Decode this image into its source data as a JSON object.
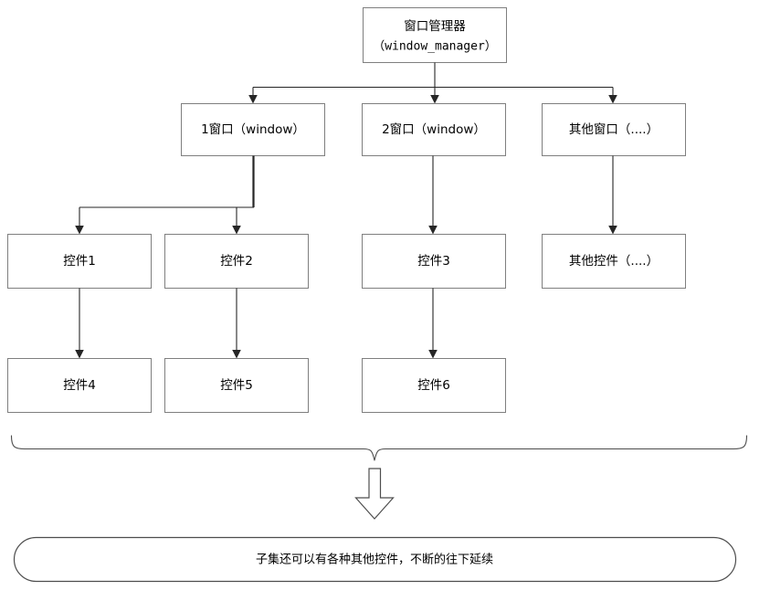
{
  "diagram": {
    "type": "tree-hierarchy",
    "title_text": "",
    "colors": {
      "box_border": "#7f7f7f",
      "connector": "#262626",
      "brace": "#4d4d4d",
      "background": "#ffffff",
      "text": "#000000"
    },
    "levels": [
      {
        "level": 0,
        "name": "window-manager-level",
        "nodes": [
          {
            "id": "window_manager",
            "line1": "窗口管理器",
            "line2": "（window_manager）",
            "shape": "rect"
          }
        ]
      },
      {
        "level": 1,
        "name": "window-level",
        "nodes": [
          {
            "id": "window1",
            "line1": "1窗口（window）",
            "line2": "",
            "shape": "rect"
          },
          {
            "id": "window2",
            "line1": "2窗口（window）",
            "line2": "",
            "shape": "rect"
          },
          {
            "id": "window_other",
            "line1": "其他窗口（....）",
            "line2": "",
            "shape": "rect"
          }
        ]
      },
      {
        "level": 2,
        "name": "widget-level-1",
        "nodes": [
          {
            "id": "widget1",
            "line1": "控件1",
            "line2": "",
            "shape": "rect"
          },
          {
            "id": "widget2",
            "line1": "控件2",
            "line2": "",
            "shape": "rect"
          },
          {
            "id": "widget3",
            "line1": "控件3",
            "line2": "",
            "shape": "rect"
          },
          {
            "id": "widget_other",
            "line1": "其他控件（....）",
            "line2": "",
            "shape": "rect"
          }
        ]
      },
      {
        "level": 3,
        "name": "widget-level-2",
        "nodes": [
          {
            "id": "widget4",
            "line1": "控件4",
            "line2": "",
            "shape": "rect"
          },
          {
            "id": "widget5",
            "line1": "控件5",
            "line2": "",
            "shape": "rect"
          },
          {
            "id": "widget6",
            "line1": "控件6",
            "line2": "",
            "shape": "rect"
          }
        ]
      }
    ],
    "edges": [
      {
        "from": "window_manager",
        "to": "window1",
        "style": "elbow"
      },
      {
        "from": "window_manager",
        "to": "window2",
        "style": "straight"
      },
      {
        "from": "window_manager",
        "to": "window_other",
        "style": "elbow"
      },
      {
        "from": "window1",
        "to": "widget1",
        "style": "elbow-thick"
      },
      {
        "from": "window1",
        "to": "widget2",
        "style": "elbow-thick"
      },
      {
        "from": "window2",
        "to": "widget3",
        "style": "straight"
      },
      {
        "from": "window_other",
        "to": "widget_other",
        "style": "straight"
      },
      {
        "from": "widget1",
        "to": "widget4",
        "style": "straight"
      },
      {
        "from": "widget2",
        "to": "widget5",
        "style": "straight"
      },
      {
        "from": "widget3",
        "to": "widget6",
        "style": "straight"
      }
    ],
    "summary": {
      "brace_label": "",
      "arrow_name": "down-arrow",
      "footer_text": "子集还可以有各种其他控件，不断的往下延续"
    }
  },
  "labels": {
    "root_line1": "窗口管理器",
    "root_line2": "（window_manager）",
    "window1": "1窗口（window）",
    "window2": "2窗口（window）",
    "window_other": "其他窗口（....）",
    "widget1": "控件1",
    "widget2": "控件2",
    "widget3": "控件3",
    "widget_other": "其他控件（....）",
    "widget4": "控件4",
    "widget5": "控件5",
    "widget6": "控件6",
    "footer": "子集还可以有各种其他控件，不断的往下延续"
  }
}
